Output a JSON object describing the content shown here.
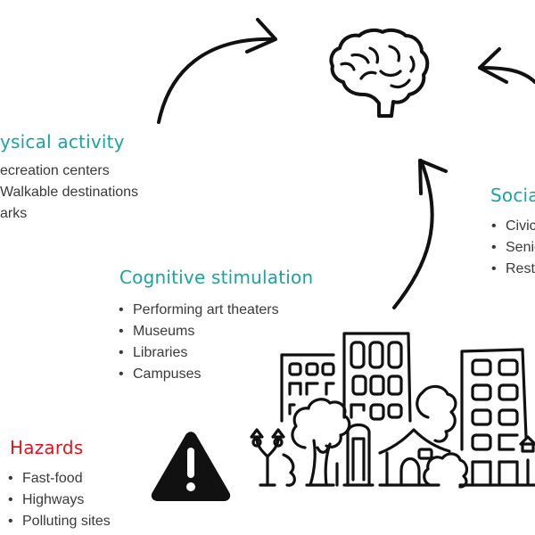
{
  "physical_activity": {
    "title": "ysical activity",
    "items": [
      "ecreation centers",
      "Walkable destinations",
      "arks"
    ]
  },
  "social": {
    "title": "Socia",
    "items": [
      "Civic",
      "Senio",
      "Rest"
    ]
  },
  "cognitive_stimulation": {
    "title": "Cognitive stimulation",
    "items": [
      "Performing art theaters",
      "Museums",
      "Libraries",
      "Campuses"
    ]
  },
  "hazards": {
    "title": "Hazards",
    "items": [
      "Fast-food",
      "Highways",
      "Polluting sites"
    ]
  },
  "icons": {
    "center": "brain-icon",
    "warning": "warning-triangle-icon",
    "city": "city-skyline-illustration"
  },
  "colors": {
    "heading_teal": "#1aa3a3",
    "heading_red": "#e0141e",
    "text": "#3a3a3a",
    "ink": "#111111"
  }
}
